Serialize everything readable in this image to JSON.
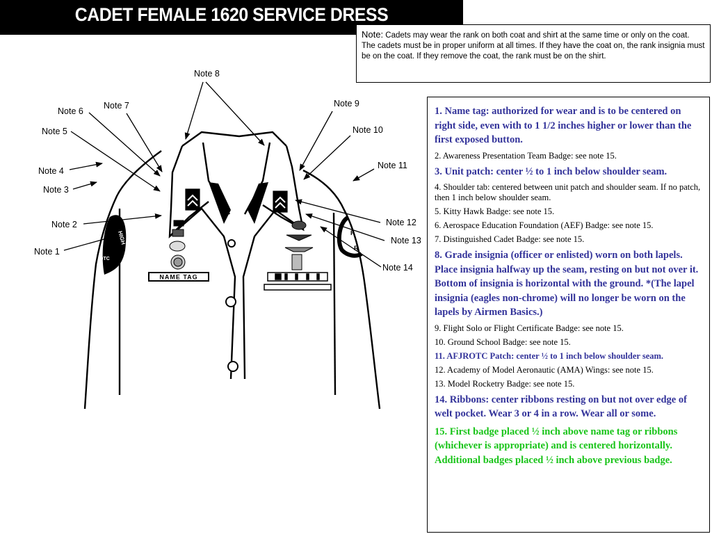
{
  "title": "CADET FEMALE 1620 SERVICE DRESS",
  "note": {
    "lead": "Note:",
    "text": "Cadets may wear the rank on both coat and shirt at the same time or only on the coat.  The cadets must be in proper uniform at all times.  If they have the coat on, the rank insignia must be on the coat.  If they remove the coat, the rank must be on the shirt."
  },
  "callouts": {
    "note1": "Note 1",
    "note2": "Note 2",
    "note3": "Note 3",
    "note4": "Note 4",
    "note5": "Note 5",
    "note6": "Note 6",
    "note7": "Note 7",
    "note8": "Note 8",
    "note9": "Note 9",
    "note10": "Note 10",
    "note11": "Note 11",
    "note12": "Note 12",
    "note13": "Note 13",
    "note14": "Note 14"
  },
  "name_tag": "NAME TAG",
  "patch_left_text": "HIGH",
  "patch_left_bottom": "OTC",
  "items": [
    "1.  Name tag:  authorized for wear and is to be centered on right side, even with to 1 1/2 inches higher or lower than the first exposed button.",
    "2.  Awareness Presentation Team Badge:  see note 15.",
    "3.  Unit patch:  center ½ to 1 inch below shoulder seam.",
    "4.  Shoulder tab:  centered between unit patch and shoulder seam.  If no patch, then 1 inch below shoulder seam.",
    "5.  Kitty Hawk Badge:  see note 15.",
    "6.  Aerospace Education Foundation (AEF) Badge:  see note 15.",
    "7.  Distinguished Cadet Badge:  see note 15.",
    "8.  Grade insignia (officer or enlisted) worn on both lapels.  Place insignia halfway up the seam, resting on but not over it.  Bottom of insignia is horizontal with the ground. *(The lapel insignia (eagles non-chrome) will no longer be worn on the lapels by Airmen Basics.)",
    "9.  Flight Solo or Flight Certificate Badge:  see note 15.",
    "10.  Ground School Badge:  see note 15.",
    "11.  AFJROTC Patch:  center ½ to 1 inch below shoulder seam.",
    "12.  Academy of Model Aeronautic (AMA) Wings:  see note 15.",
    "13.  Model Rocketry Badge:  see note 15.",
    "14.  Ribbons:  center ribbons resting on but not over edge of welt pocket.  Wear 3 or 4 in a row.  Wear all or some.",
    "15.  First badge placed ½ inch above name tag or ribbons (whichever is appropriate) and is centered horizontally.  Additional badges placed ½ inch above previous badge."
  ],
  "colors": {
    "blue": "#33339a",
    "green": "#19c419",
    "title_bg": "#000000"
  }
}
